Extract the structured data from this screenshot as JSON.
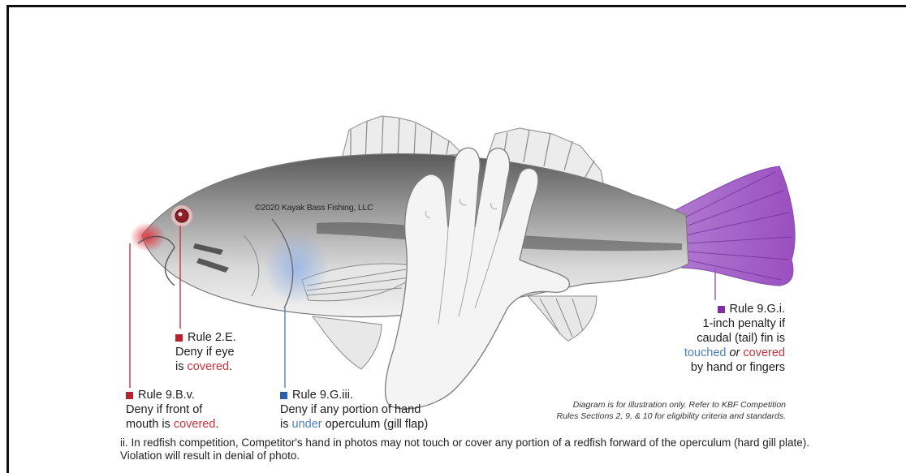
{
  "copyright": "©2020 Kayak Bass Fishing, LLC",
  "callouts": {
    "mouth": {
      "rule": "Rule 9.B.v.",
      "line1": "Deny if front of",
      "line2_pre": "mouth is ",
      "line2_hl": "covered",
      "line2_post": "."
    },
    "eye": {
      "rule": "Rule 2.E.",
      "line1": "Deny if eye",
      "line2_pre": "is ",
      "line2_hl": "covered",
      "line2_post": "."
    },
    "gill": {
      "rule": "Rule 9.G.iii.",
      "line1": "Deny if any portion of hand",
      "line2_pre": "is ",
      "line2_hl": "under",
      "line2_post": " operculum (gill flap)"
    },
    "tail": {
      "rule": "Rule 9.G.i.",
      "line1": "1-inch penalty if",
      "line2": "caudal (tail) fin is",
      "line3_hl1": "touched",
      "line3_mid": " or ",
      "line3_hl2": "covered",
      "line4": "by hand or fingers"
    }
  },
  "disclaimer": {
    "line1": "Diagram is for illustration only. Refer to KBF Competition",
    "line2": "Rules Sections 2, 9, & 10 for eligibility criteria and standards."
  },
  "footnote": "ii. In redfish competition, Competitor's hand in photos may not touch or cover any portion of a redfish forward of the operculum (hard gill plate). Violation will result in denial of photo.",
  "colors": {
    "red_highlight": "#c8333a",
    "blue_highlight": "#4d7fc4",
    "purple_tail": "#9a4fc0",
    "red_marker": "#b3242c",
    "blue_marker": "#2d5fa8",
    "purple_marker": "#7e2fa0"
  }
}
